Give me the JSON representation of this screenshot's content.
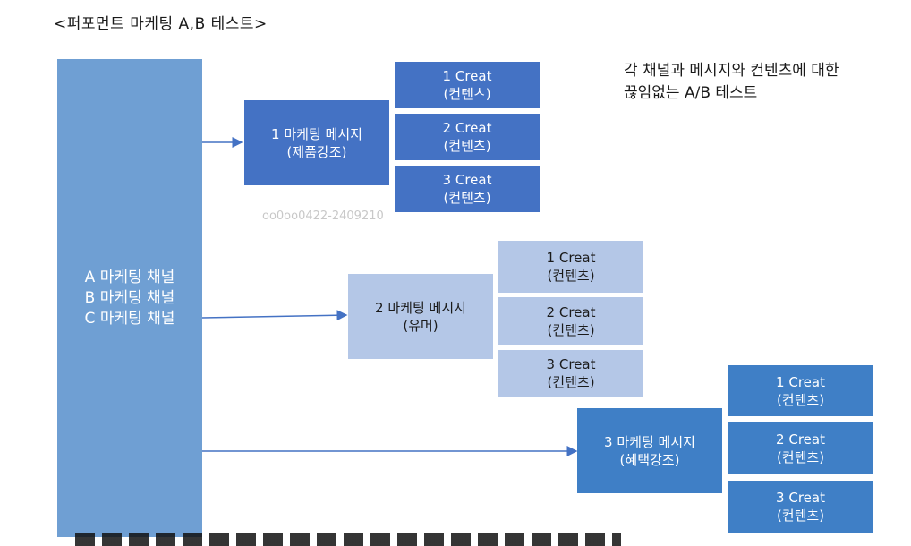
{
  "title": "<퍼포먼트 마케팅 A,B 테스트>",
  "note": {
    "line1": "각 채널과 메시지와 컨텐츠에 대한",
    "line2": "끊임없는 A/B 테스트"
  },
  "watermark": "oo0oo0422-2409210",
  "channels": [
    "A 마케팅 채널",
    "B 마케팅 채널",
    "C 마케팅 채널"
  ],
  "messages": [
    {
      "line1": "1 마케팅 메시지",
      "line2": "(제품강조)"
    },
    {
      "line1": "2 마케팅 메시지",
      "line2": "(유머)"
    },
    {
      "line1": "3 마케팅 메시지",
      "line2": "(혜택강조)"
    }
  ],
  "contents": [
    {
      "line1": "1 Creat",
      "line2": "(컨텐츠)"
    },
    {
      "line1": "2 Creat",
      "line2": "(컨텐츠)"
    },
    {
      "line1": "3 Creat",
      "line2": "(컨텐츠)"
    }
  ],
  "colors": {
    "channel": "#6f9fd3",
    "group1": "#4472c4",
    "group2": "#b4c7e7",
    "group3": "#3f7fc6",
    "arrow": "#4472c4"
  }
}
